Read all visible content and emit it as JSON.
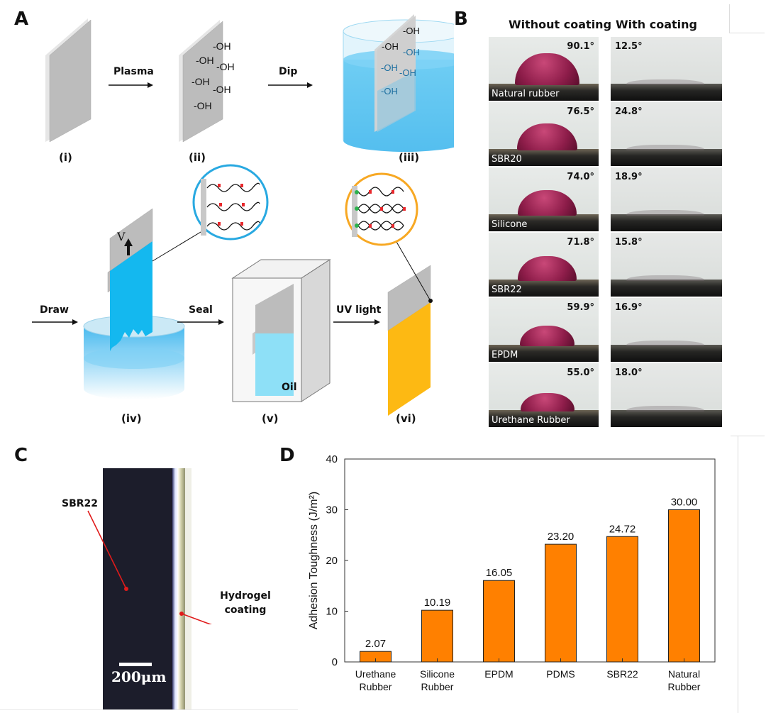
{
  "panels": {
    "a": "A",
    "b": "B",
    "c": "C",
    "d": "D"
  },
  "panel_a": {
    "arrow_labels": {
      "plasma": "Plasma",
      "dip": "Dip",
      "draw": "Draw",
      "seal": "Seal",
      "uv": "UV light"
    },
    "oh_label": "-OH",
    "velocity": "V",
    "oil": "Oil",
    "steps": [
      "(i)",
      "(ii)",
      "(iii)",
      "(iv)",
      "(v)",
      "(vi)"
    ],
    "colors": {
      "plate": "#bcbcbc",
      "water": "#4ec4f0",
      "gel_blue": "#14b8ef",
      "gel_cured": "#fdb913",
      "ring_blue": "#29a9e1",
      "ring_orange": "#f7a823"
    }
  },
  "panel_b": {
    "col_headers": [
      "Without coating",
      "With coating"
    ],
    "rows": [
      {
        "material": "Natural rubber",
        "without": "90.1°",
        "with": "12.5°"
      },
      {
        "material": "SBR20",
        "without": "76.5°",
        "with": "24.8°"
      },
      {
        "material": "Silicone",
        "without": "74.0°",
        "with": "18.9°"
      },
      {
        "material": "SBR22",
        "without": "71.8°",
        "with": "15.8°"
      },
      {
        "material": "EPDM",
        "without": "59.9°",
        "with": "16.9°"
      },
      {
        "material": "Urethane Rubber",
        "without": "55.0°",
        "with": "18.0°"
      }
    ]
  },
  "panel_c": {
    "substrate": "SBR22",
    "coating": "Hydrogel coating",
    "scale": "200μm"
  },
  "chart_data": {
    "type": "bar",
    "categories": [
      "Urethane\nRubber",
      "Silicone\nRubber",
      "EPDM",
      "PDMS",
      "SBR22",
      "Natural\nRubber"
    ],
    "values": [
      2.07,
      10.19,
      16.05,
      23.2,
      24.72,
      30.0
    ],
    "value_labels": [
      "2.07",
      "10.19",
      "16.05",
      "23.20",
      "24.72",
      "30.00"
    ],
    "ylabel": "Adhesion Toughness (J/m²)",
    "ylim": [
      0,
      40
    ],
    "yticks": [
      0,
      10,
      20,
      30,
      40
    ],
    "bar_color": "#ff8000",
    "grid": false
  }
}
